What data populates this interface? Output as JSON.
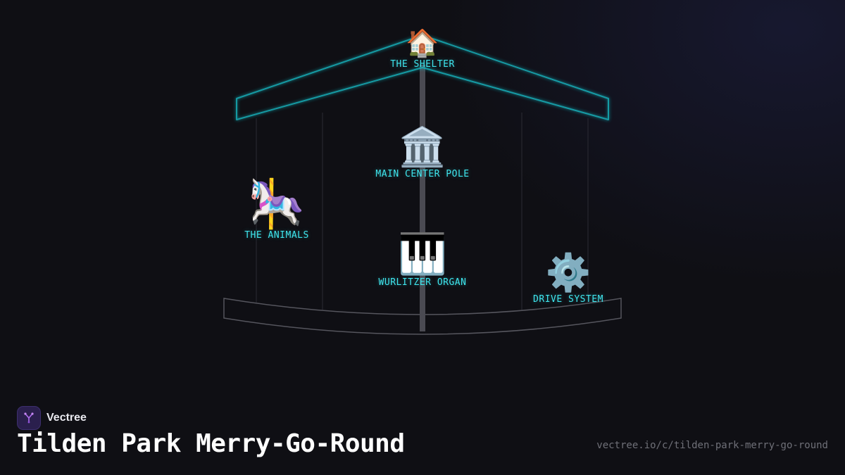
{
  "brand": {
    "name": "Vectree",
    "logo_icon": "vectree-tree-logo-icon"
  },
  "title": "Tilden Park Merry-Go-Round",
  "url": "vectree.io/c/tilden-park-merry-go-round",
  "colors": {
    "accent": "#3fe6ee",
    "roof_outline": "#19b3bd",
    "structure": "#4a4a52",
    "background": "#0f0f14"
  },
  "nodes": {
    "shelter": {
      "label": "THE SHELTER",
      "icon": "🏠",
      "icon_name": "house-icon"
    },
    "center_pole": {
      "label": "MAIN CENTER POLE",
      "icon": "🏛️",
      "icon_name": "classical-building-icon"
    },
    "animals": {
      "label": "THE ANIMALS",
      "icon": "🎠",
      "icon_name": "carousel-horse-icon"
    },
    "organ": {
      "label": "WURLITZER ORGAN",
      "icon": "🎹",
      "icon_name": "piano-keyboard-icon"
    },
    "drive": {
      "label": "DRIVE SYSTEM",
      "icon": "⚙️",
      "icon_name": "gear-icon"
    }
  }
}
